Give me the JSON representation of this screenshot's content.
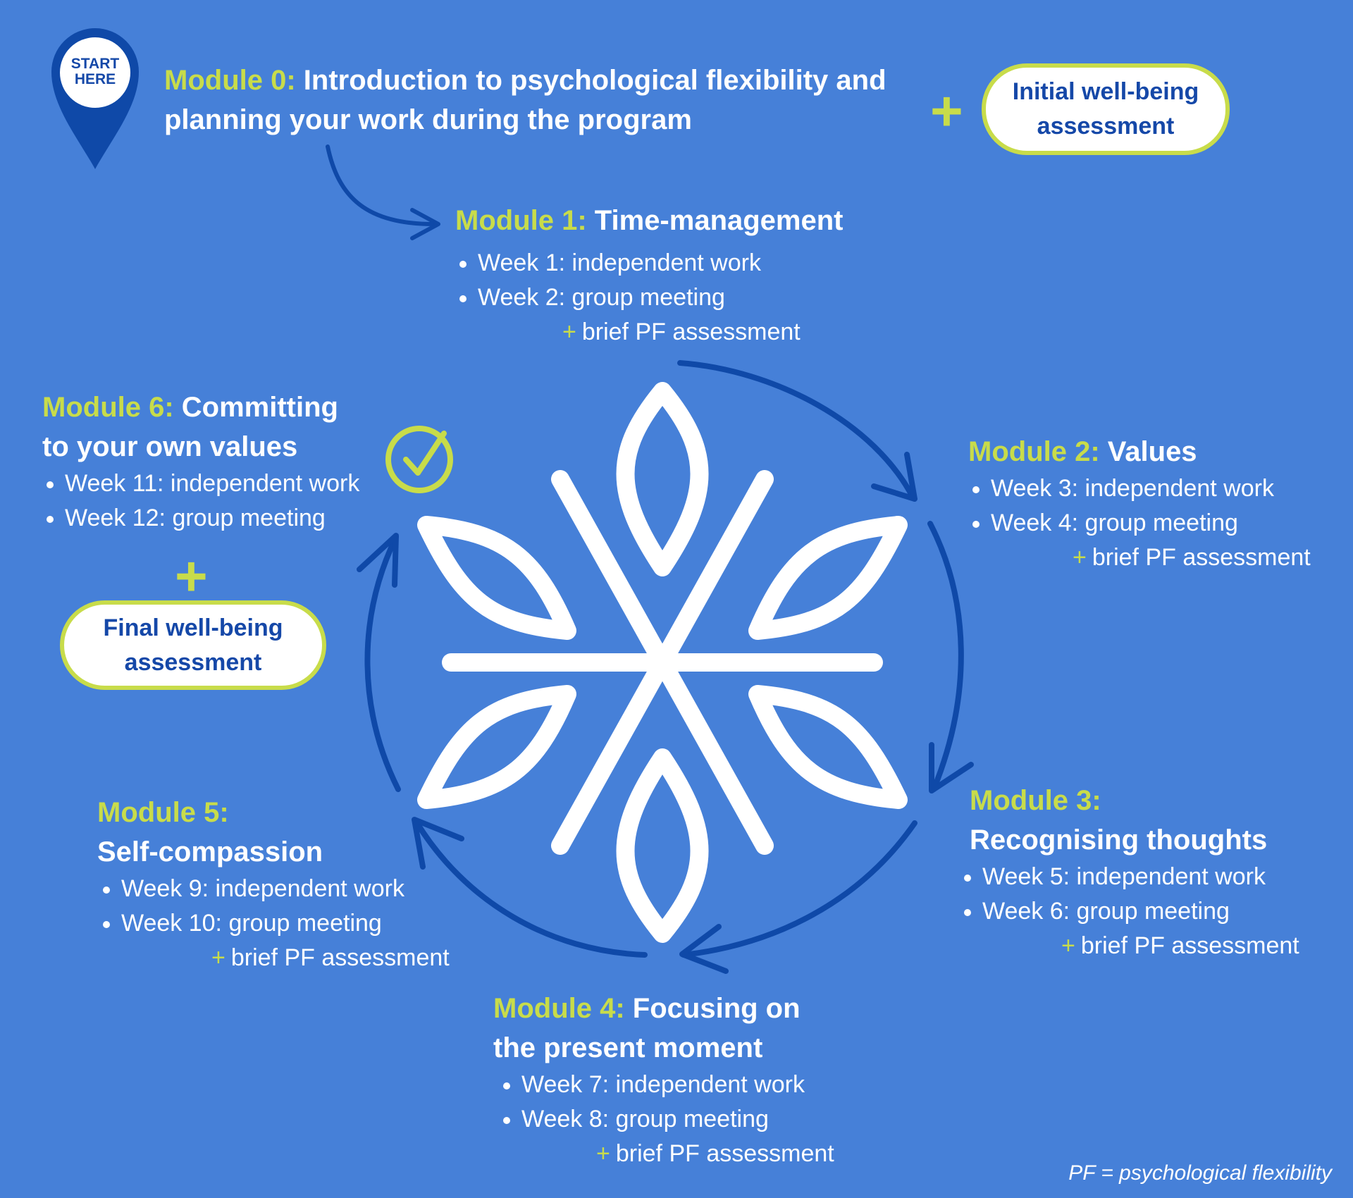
{
  "start_pin": {
    "line1": "START",
    "line2": "HERE"
  },
  "module0": {
    "number": "Module 0:",
    "title_line1": "Introduction to psychological flexibility and",
    "title_line2": "planning your work during the program"
  },
  "initial_assessment": {
    "line1": "Initial well-being",
    "line2": "assessment"
  },
  "module1": {
    "number": "Module 1:",
    "title": "Time-management",
    "weeks": [
      "Week 1: independent work",
      "Week 2: group meeting"
    ],
    "assessment": "brief PF assessment"
  },
  "module2": {
    "number": "Module 2:",
    "title": "Values",
    "weeks": [
      "Week 3: independent work",
      "Week 4: group meeting"
    ],
    "assessment": "brief PF assessment"
  },
  "module3": {
    "number": "Module 3:",
    "title": "Recognising thoughts",
    "weeks": [
      "Week 5: independent work",
      "Week 6: group meeting"
    ],
    "assessment": "brief PF assessment"
  },
  "module4": {
    "number": "Module 4:",
    "title_line1": "Focusing on",
    "title_line2": "the present moment",
    "weeks": [
      "Week 7: independent work",
      "Week 8: group meeting"
    ],
    "assessment": "brief PF assessment"
  },
  "module5": {
    "number": "Module 5:",
    "title": "Self-compassion",
    "weeks": [
      "Week 9: independent work",
      "Week 10: group meeting"
    ],
    "assessment": "brief PF assessment"
  },
  "module6": {
    "number": "Module 6:",
    "title_line1": "Committing",
    "title_line2": "to your own values",
    "weeks": [
      "Week 11: independent work",
      "Week 12: group meeting"
    ]
  },
  "final_assessment": {
    "line1": "Final well-being",
    "line2": "assessment"
  },
  "plus_symbol": "+",
  "footnote": "PF = psychological flexibility",
  "colors": {
    "background": "#4680d8",
    "accent_green": "#c8dc4a",
    "dark_blue": "#0f49a8",
    "white": "#ffffff"
  }
}
